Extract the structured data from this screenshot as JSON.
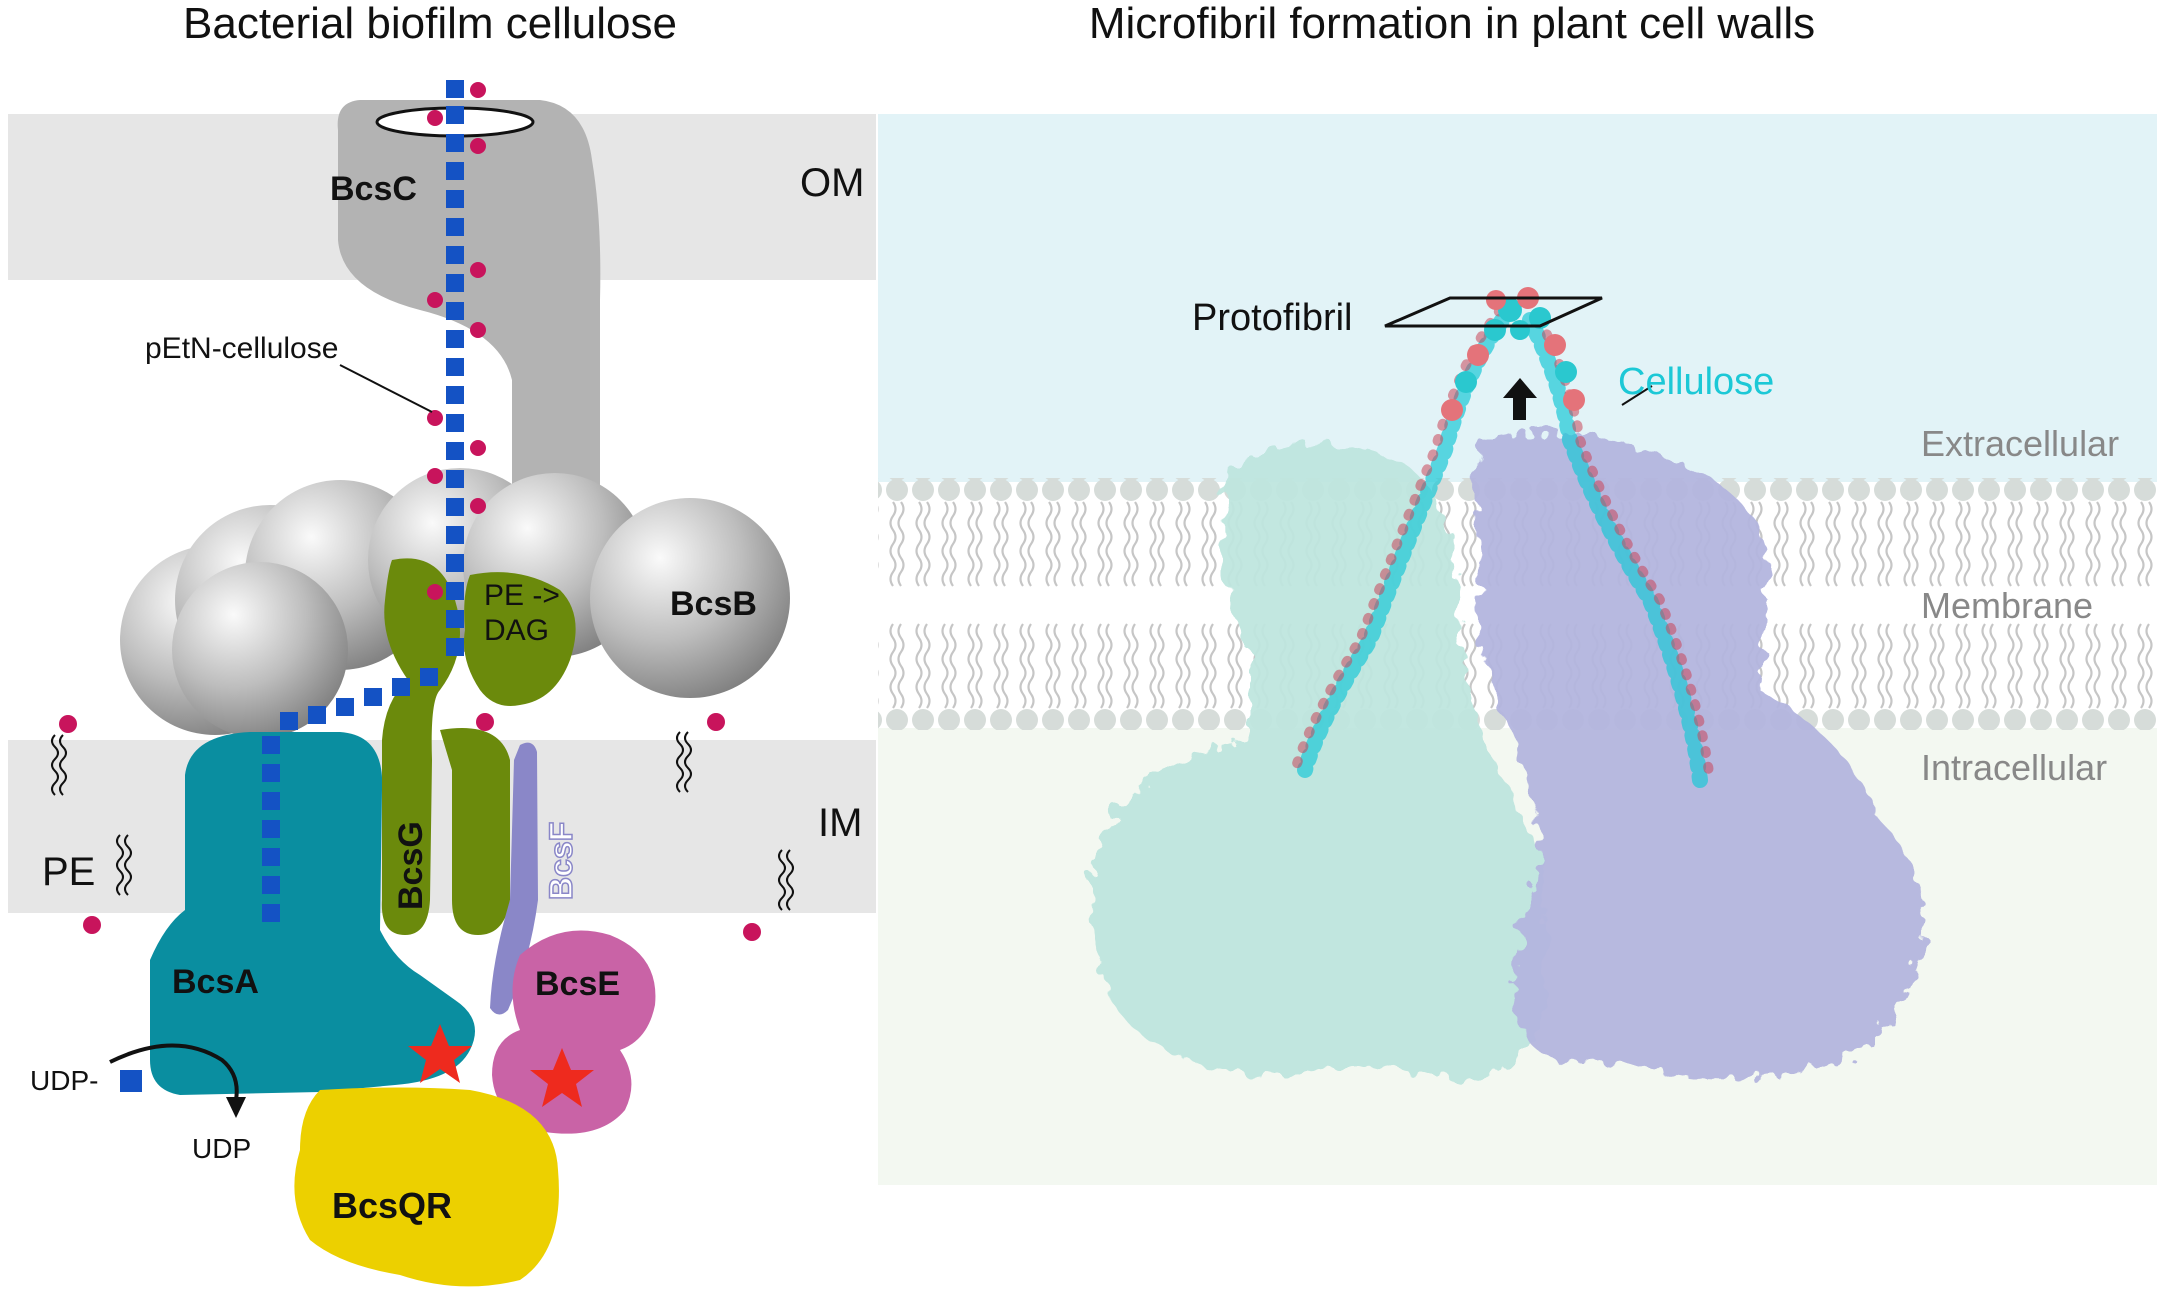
{
  "left_panel": {
    "title": "Bacterial biofilm cellulose",
    "labels": {
      "om": "OM",
      "im": "IM",
      "pe": "PE",
      "bcsc": "BcsC",
      "bcsb": "BcsB",
      "bcsa": "BcsA",
      "bcsg": "BcsG",
      "bcsf": "BcsF",
      "bcse": "BcsE",
      "bcsqr": "BcsQR",
      "pe_dag_line1": "PE ->",
      "pe_dag_line2": "DAG",
      "petn_cellulose": "pEtN-cellulose",
      "udp_glucose": "UDP-",
      "udp": "UDP"
    },
    "colors": {
      "membrane": "#e6e6e6",
      "bcsc": "#b3b3b3",
      "bcsa": "#0a8ea0",
      "bcsg": "#6b8a0c",
      "bcsf": "#8a87c8",
      "bcse": "#c963a6",
      "bcsqr": "#ecd000",
      "glucose": "#1452c4",
      "pethanolamine": "#c8145c",
      "star": "#ee2a1e"
    }
  },
  "right_panel": {
    "title": "Microfibril formation in plant cell walls",
    "labels": {
      "protofibril": "Protofibril",
      "cellulose": "Cellulose",
      "extracellular": "Extracellular",
      "membrane": "Membrane",
      "intracellular": "Intracellular"
    },
    "colors": {
      "extracellular_bg": "#e2f3f7",
      "intracellular_bg": "#f3f8f1",
      "protomer_1": "#bfe6df",
      "protomer_2": "#b4b6df",
      "cellulose": "#1cc8d6"
    }
  }
}
